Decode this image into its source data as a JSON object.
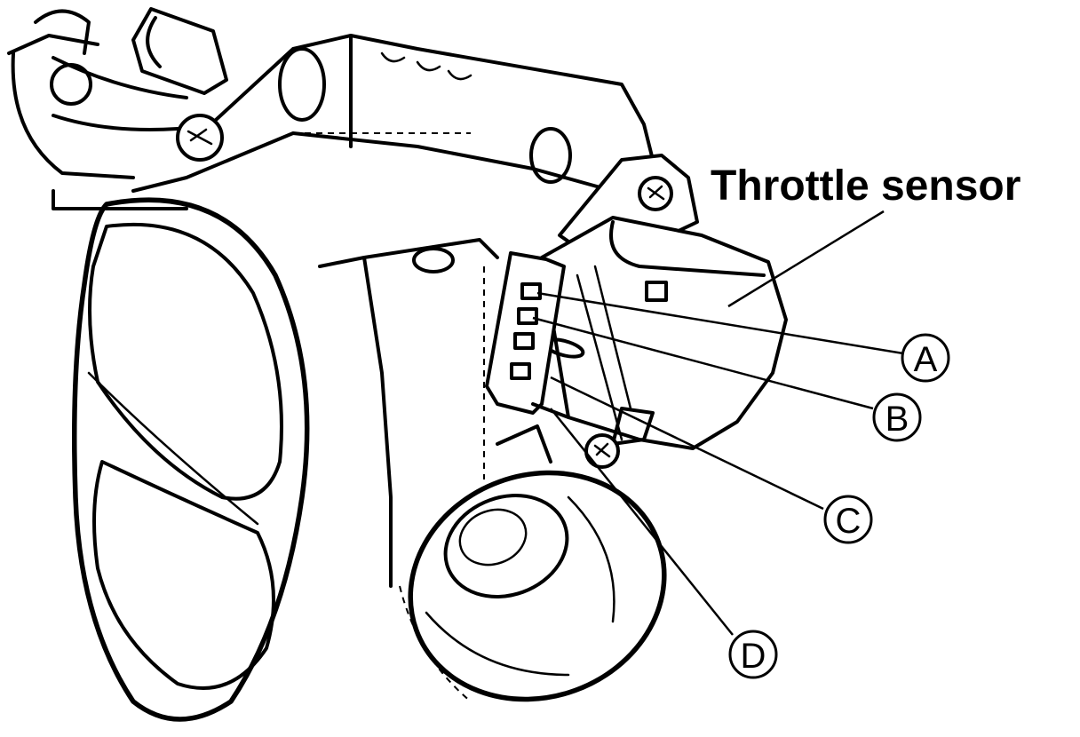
{
  "diagram": {
    "sensor_label": "Throttle sensor",
    "terminals": [
      {
        "id": "A",
        "label": "A"
      },
      {
        "id": "B",
        "label": "B"
      },
      {
        "id": "C",
        "label": "C"
      },
      {
        "id": "D",
        "label": "D"
      }
    ]
  }
}
